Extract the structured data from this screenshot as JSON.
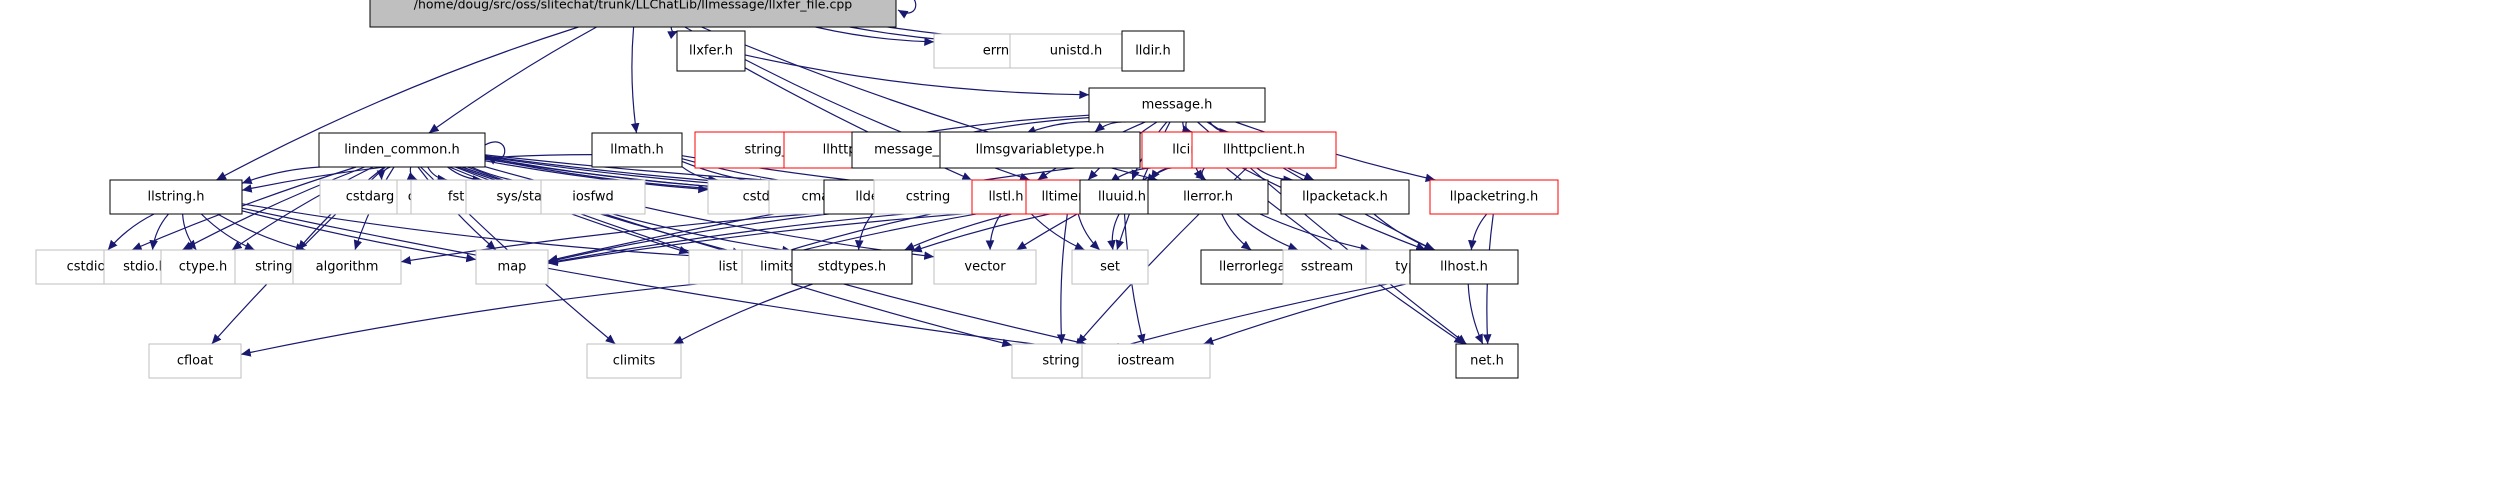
{
  "colors": {
    "edge": "#191970",
    "root_fill": "#bfbfbf",
    "node_border": "#000000",
    "missing_border": "#bfbfbf",
    "missing_text": "#404040",
    "red_border": "#ff0000"
  },
  "nodes": [
    {
      "id": "root",
      "label": "/home/doug/src/oss/slitechat/trunk/LLChatLib/llmessage/llxfer_file.cpp",
      "kind": "root"
    },
    {
      "id": "llxfer",
      "label": "llxfer.h",
      "kind": "doc"
    },
    {
      "id": "errno",
      "label": "errno.h",
      "kind": "missing"
    },
    {
      "id": "unistd",
      "label": "unistd.h",
      "kind": "missing"
    },
    {
      "id": "lldir",
      "label": "lldir.h",
      "kind": "doc"
    },
    {
      "id": "message",
      "label": "message.h",
      "kind": "doc"
    },
    {
      "id": "linden_common",
      "label": "linden_common.h",
      "kind": "doc"
    },
    {
      "id": "llmath",
      "label": "llmath.h",
      "kind": "doc"
    },
    {
      "id": "string_table",
      "label": "string_table.h",
      "kind": "red"
    },
    {
      "id": "llhttpnode",
      "label": "llhttpnode.h",
      "kind": "red"
    },
    {
      "id": "message_prehash",
      "label": "message_prehash.h",
      "kind": "doc"
    },
    {
      "id": "llmsgvariabletype",
      "label": "llmsgvariabletype.h",
      "kind": "doc"
    },
    {
      "id": "llcircuit",
      "label": "llcircuit.h",
      "kind": "red"
    },
    {
      "id": "llhttpclient",
      "label": "llhttpclient.h",
      "kind": "red"
    },
    {
      "id": "llstring",
      "label": "llstring.h",
      "kind": "doc"
    },
    {
      "id": "cstdarg",
      "label": "cstdarg",
      "kind": "missing"
    },
    {
      "id": "ctime",
      "label": "ctime",
      "kind": "missing"
    },
    {
      "id": "fstream",
      "label": "fstream",
      "kind": "missing"
    },
    {
      "id": "sysstat",
      "label": "sys/stat.h",
      "kind": "missing"
    },
    {
      "id": "iosfwd",
      "label": "iosfwd",
      "kind": "missing"
    },
    {
      "id": "cstdlib",
      "label": "cstdlib",
      "kind": "missing"
    },
    {
      "id": "cmath",
      "label": "cmath",
      "kind": "missing"
    },
    {
      "id": "lldefs",
      "label": "lldefs.h",
      "kind": "doc"
    },
    {
      "id": "cstring",
      "label": "cstring",
      "kind": "missing"
    },
    {
      "id": "llstl",
      "label": "llstl.h",
      "kind": "red"
    },
    {
      "id": "lltimer",
      "label": "lltimer.h",
      "kind": "red"
    },
    {
      "id": "lluuid",
      "label": "lluuid.h",
      "kind": "doc"
    },
    {
      "id": "llerror",
      "label": "llerror.h",
      "kind": "doc"
    },
    {
      "id": "llpacketack",
      "label": "llpacketack.h",
      "kind": "doc"
    },
    {
      "id": "llpacketring",
      "label": "llpacketring.h",
      "kind": "red"
    },
    {
      "id": "cstdio",
      "label": "cstdio",
      "kind": "missing"
    },
    {
      "id": "stdio",
      "label": "stdio.h",
      "kind": "missing"
    },
    {
      "id": "ctype",
      "label": "ctype.h",
      "kind": "missing"
    },
    {
      "id": "stringh",
      "label": "string.h",
      "kind": "missing"
    },
    {
      "id": "algorithm",
      "label": "algorithm",
      "kind": "missing"
    },
    {
      "id": "map",
      "label": "map",
      "kind": "missing"
    },
    {
      "id": "list",
      "label": "list",
      "kind": "missing"
    },
    {
      "id": "limits",
      "label": "limits.h",
      "kind": "missing"
    },
    {
      "id": "stdtypes",
      "label": "stdtypes.h",
      "kind": "doc"
    },
    {
      "id": "vector",
      "label": "vector",
      "kind": "missing"
    },
    {
      "id": "set",
      "label": "set",
      "kind": "missing"
    },
    {
      "id": "llerrorlegacy",
      "label": "llerrorlegacy.h",
      "kind": "doc"
    },
    {
      "id": "sstream",
      "label": "sstream",
      "kind": "missing"
    },
    {
      "id": "typeinfo",
      "label": "typeinfo",
      "kind": "missing"
    },
    {
      "id": "llhost",
      "label": "llhost.h",
      "kind": "doc"
    },
    {
      "id": "cfloat",
      "label": "cfloat",
      "kind": "missing"
    },
    {
      "id": "climits",
      "label": "climits",
      "kind": "missing"
    },
    {
      "id": "string",
      "label": "string",
      "kind": "missing"
    },
    {
      "id": "iostream",
      "label": "iostream",
      "kind": "missing"
    },
    {
      "id": "neth",
      "label": "net.h",
      "kind": "doc"
    }
  ],
  "edges": [
    [
      "root",
      "root"
    ],
    [
      "root",
      "llxfer"
    ],
    [
      "root",
      "errno"
    ],
    [
      "root",
      "unistd"
    ],
    [
      "root",
      "lldir"
    ],
    [
      "root",
      "linden_common"
    ],
    [
      "root",
      "llmath"
    ],
    [
      "root",
      "llstring"
    ],
    [
      "root",
      "llerror"
    ],
    [
      "root",
      "lltimer"
    ],
    [
      "llxfer",
      "message"
    ],
    [
      "llxfer",
      "llstl"
    ],
    [
      "message",
      "string_table"
    ],
    [
      "message",
      "llhttpnode"
    ],
    [
      "message",
      "message_prehash"
    ],
    [
      "message",
      "llmsgvariabletype"
    ],
    [
      "message",
      "llcircuit"
    ],
    [
      "message",
      "llhttpclient"
    ],
    [
      "message",
      "llerror"
    ],
    [
      "message",
      "llpacketack"
    ],
    [
      "message",
      "llpacketring"
    ],
    [
      "message",
      "llhost"
    ],
    [
      "message",
      "neth"
    ],
    [
      "message",
      "set"
    ],
    [
      "message",
      "lltimer"
    ],
    [
      "message",
      "llstl"
    ],
    [
      "message",
      "lluuid"
    ],
    [
      "linden_common",
      "linden_common"
    ],
    [
      "linden_common",
      "llstring"
    ],
    [
      "linden_common",
      "cstdarg"
    ],
    [
      "linden_common",
      "ctime"
    ],
    [
      "linden_common",
      "fstream"
    ],
    [
      "linden_common",
      "sysstat"
    ],
    [
      "linden_common",
      "iosfwd"
    ],
    [
      "linden_common",
      "cstdlib"
    ],
    [
      "linden_common",
      "cmath"
    ],
    [
      "linden_common",
      "lldefs"
    ],
    [
      "linden_common",
      "cstring"
    ],
    [
      "linden_common",
      "llstl"
    ],
    [
      "linden_common",
      "lltimer"
    ],
    [
      "linden_common",
      "llerror"
    ],
    [
      "linden_common",
      "cstdio"
    ],
    [
      "linden_common",
      "stdio"
    ],
    [
      "linden_common",
      "ctype"
    ],
    [
      "linden_common",
      "stringh"
    ],
    [
      "linden_common",
      "algorithm"
    ],
    [
      "linden_common",
      "map"
    ],
    [
      "linden_common",
      "list"
    ],
    [
      "linden_common",
      "limits"
    ],
    [
      "linden_common",
      "stdtypes"
    ],
    [
      "linden_common",
      "vector"
    ],
    [
      "linden_common",
      "cfloat"
    ],
    [
      "linden_common",
      "climits"
    ],
    [
      "linden_common",
      "string"
    ],
    [
      "linden_common",
      "iostream"
    ],
    [
      "llmath",
      "cstdlib"
    ],
    [
      "llmath",
      "cmath"
    ],
    [
      "llmath",
      "lldefs"
    ],
    [
      "llmath",
      "llstl"
    ],
    [
      "llmath",
      "llstring"
    ],
    [
      "llcircuit",
      "llerror"
    ],
    [
      "llcircuit",
      "lltimer"
    ],
    [
      "llcircuit",
      "lluuid"
    ],
    [
      "llcircuit",
      "llpacketack"
    ],
    [
      "llcircuit",
      "neth"
    ],
    [
      "llcircuit",
      "vector"
    ],
    [
      "llcircuit",
      "map"
    ],
    [
      "llcircuit",
      "llhost"
    ],
    [
      "llhttpclient",
      "string"
    ],
    [
      "llstring",
      "cstdio"
    ],
    [
      "llstring",
      "stdio"
    ],
    [
      "llstring",
      "ctype"
    ],
    [
      "llstring",
      "stringh"
    ],
    [
      "llstring",
      "algorithm"
    ],
    [
      "llstring",
      "map"
    ],
    [
      "llstring",
      "stdtypes"
    ],
    [
      "llstring",
      "iostream"
    ],
    [
      "lldefs",
      "stdtypes"
    ],
    [
      "llstl",
      "map"
    ],
    [
      "llstl",
      "vector"
    ],
    [
      "llstl",
      "set"
    ],
    [
      "llstl",
      "list"
    ],
    [
      "lltimer",
      "stdtypes"
    ],
    [
      "lltimer",
      "string"
    ],
    [
      "lltimer",
      "list"
    ],
    [
      "lltimer",
      "algorithm"
    ],
    [
      "lltimer",
      "set"
    ],
    [
      "lluuid",
      "stdtypes"
    ],
    [
      "lluuid",
      "set"
    ],
    [
      "lluuid",
      "iostream"
    ],
    [
      "lluuid",
      "map"
    ],
    [
      "llerror",
      "llerrorlegacy"
    ],
    [
      "llerror",
      "sstream"
    ],
    [
      "llerror",
      "typeinfo"
    ],
    [
      "llerror",
      "map"
    ],
    [
      "llpacketack",
      "llhost"
    ],
    [
      "llpacketring",
      "llhost"
    ],
    [
      "llpacketring",
      "neth"
    ],
    [
      "llhost",
      "neth"
    ],
    [
      "llhost",
      "string"
    ],
    [
      "llhost",
      "iostream"
    ],
    [
      "stdtypes",
      "cfloat"
    ],
    [
      "stdtypes",
      "climits"
    ]
  ]
}
